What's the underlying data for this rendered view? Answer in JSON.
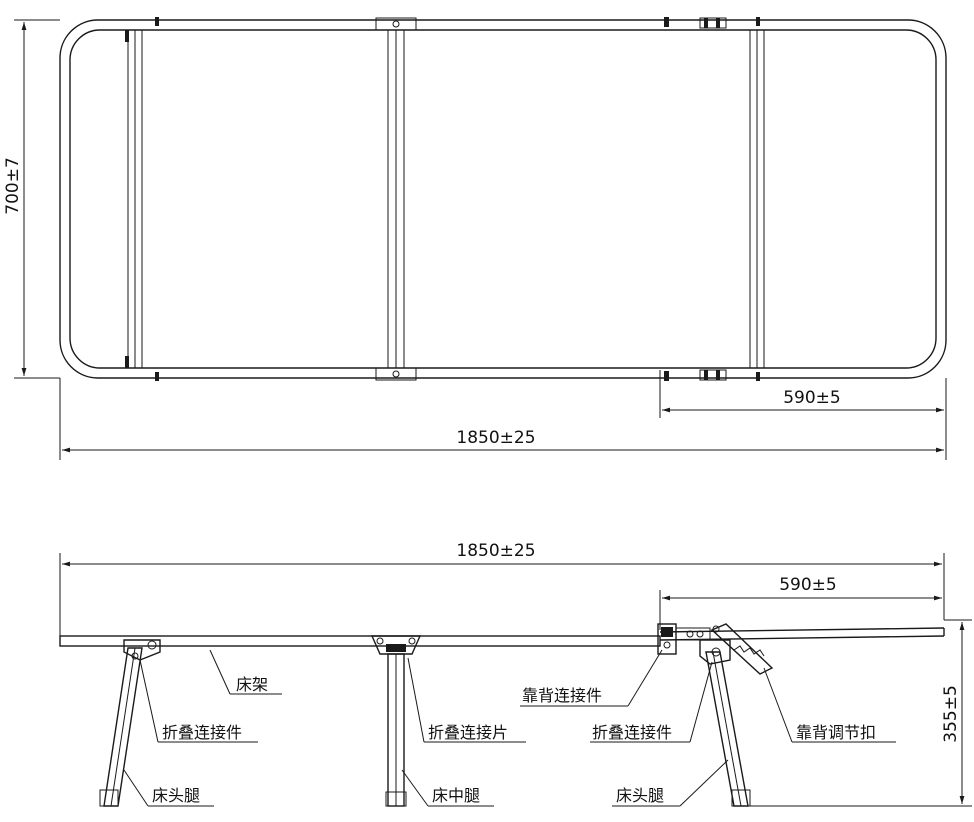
{
  "dimensions": {
    "width_top": "700±7",
    "back_top": "590±5",
    "length_top": "1850±25",
    "length_side": "1850±25",
    "back_side": "590±5",
    "height_side": "355±5"
  },
  "labels": {
    "frame": "床架",
    "fold_connector_left": "折叠连接件",
    "fold_plate": "折叠连接片",
    "back_connector": "靠背连接件",
    "fold_connector_right": "折叠连接件",
    "back_adjust_buckle": "靠背调节扣",
    "head_leg_left": "床头腿",
    "middle_leg": "床中腿",
    "head_leg_right": "床头腿"
  }
}
